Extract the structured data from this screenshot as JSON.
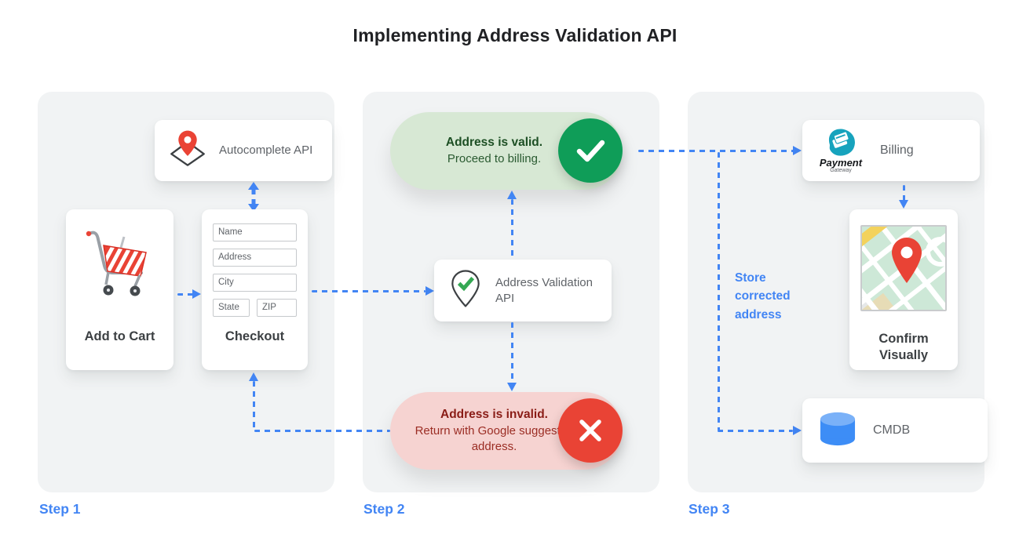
{
  "title": "Implementing Address Validation API",
  "colors": {
    "accent_blue": "#4285f4",
    "valid_green": "#0f9d58",
    "invalid_red": "#e94335",
    "panel_gray": "#f1f3f4"
  },
  "step1": {
    "label": "Step 1",
    "autocomplete_api": "Autocomplete API",
    "add_to_cart": "Add to Cart",
    "checkout": "Checkout",
    "form": {
      "name": "Name",
      "address": "Address",
      "city": "City",
      "state": "State",
      "zip": "ZIP"
    }
  },
  "step2": {
    "label": "Step 2",
    "valid_title": "Address is valid.",
    "valid_subtitle": "Proceed to billing.",
    "api_label": "Address Validation API",
    "invalid_title": "Address is invalid.",
    "invalid_subtitle": "Return with Google suggested address."
  },
  "step3": {
    "label": "Step 3",
    "billing": "Billing",
    "logo_title": "Payment",
    "logo_subtitle": "Gateway",
    "store_note": "Store corrected address",
    "confirm": "Confirm Visually",
    "cmdb": "CMDB"
  }
}
